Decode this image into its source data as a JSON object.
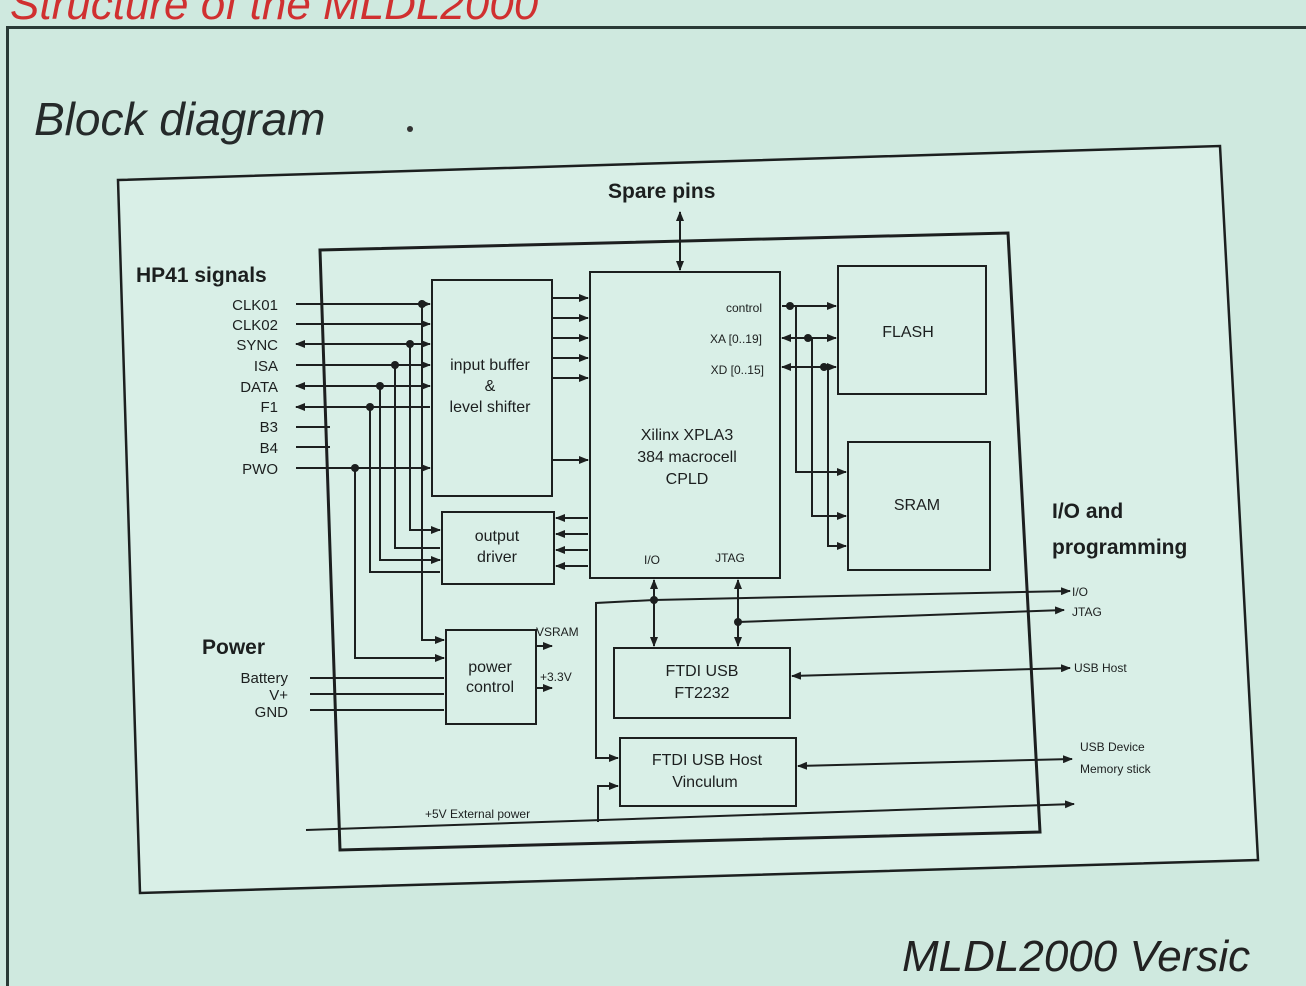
{
  "slide": {
    "title": "Structure of the MLDL2000",
    "heading": "Block diagram",
    "footer": "MLDL2000 Versic"
  },
  "diagram": {
    "spare_pins": "Spare pins",
    "hp41": {
      "title": "HP41 signals",
      "signals": [
        "CLK01",
        "CLK02",
        "SYNC",
        "ISA",
        "DATA",
        "F1",
        "B3",
        "B4",
        "PWO"
      ]
    },
    "power": {
      "title": "Power",
      "inputs": [
        "Battery",
        "V+",
        "GND"
      ]
    },
    "io_prog": {
      "title_line1": "I/O and",
      "title_line2": "programming",
      "io": "I/O",
      "jtag": "JTAG",
      "usb_host": "USB Host",
      "usb_device": "USB Device",
      "memory_stick": "Memory stick"
    },
    "blocks": {
      "input_buffer": [
        "input buffer",
        "&",
        "level shifter"
      ],
      "output_driver": [
        "output",
        "driver"
      ],
      "power_control": [
        "power",
        "control"
      ],
      "cpld": [
        "Xilinx XPLA3",
        "384 macrocell",
        "CPLD"
      ],
      "cpld_pins": {
        "control": "control",
        "xa": "XA [0..19]",
        "xd": "XD [0..15]",
        "io": "I/O",
        "jtag": "JTAG"
      },
      "flash": "FLASH",
      "sram": "SRAM",
      "ftdi_usb": [
        "FTDI USB",
        "FT2232"
      ],
      "ftdi_host": [
        "FTDI USB Host",
        "Vinculum"
      ]
    },
    "rails": {
      "vsram": "VSRAM",
      "v33": "+3.3V",
      "ext_power": "+5V External power"
    }
  }
}
